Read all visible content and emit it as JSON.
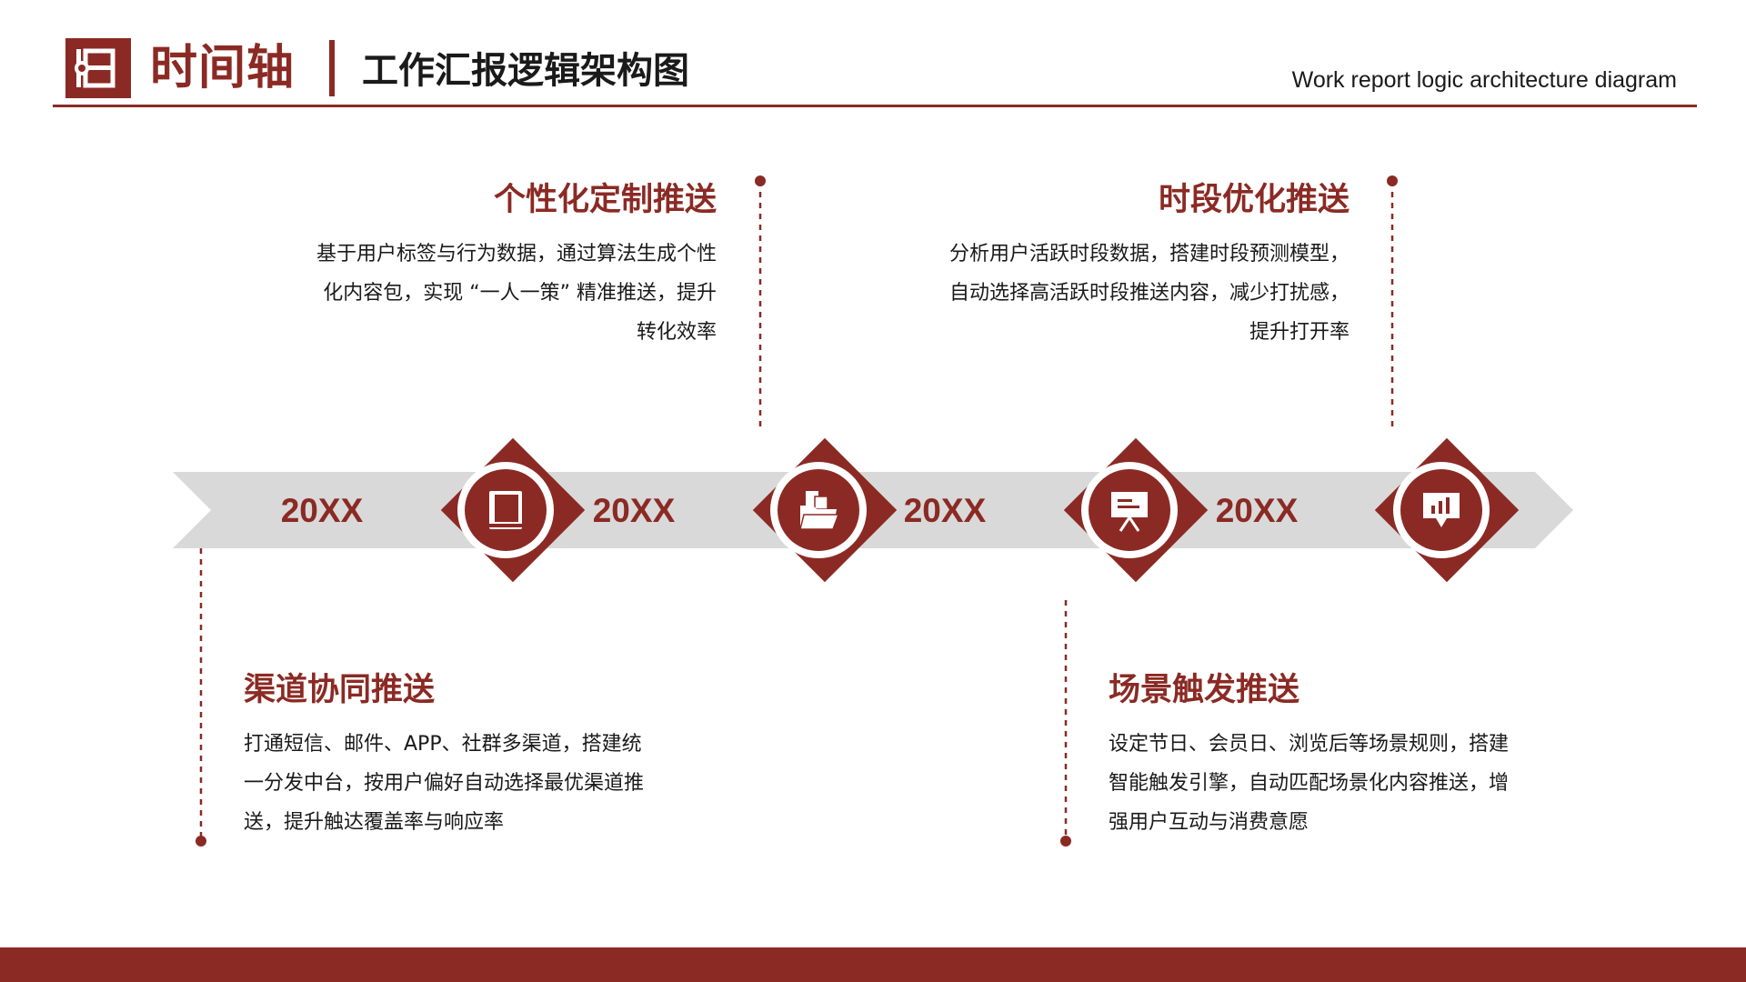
{
  "header": {
    "title": "时间轴",
    "subtitle": "工作汇报逻辑架构图",
    "english_subtitle": "Work report logic architecture diagram"
  },
  "timeline": {
    "years": [
      "20XX",
      "20XX",
      "20XX",
      "20XX"
    ],
    "nodes": [
      {
        "icon": "book-icon"
      },
      {
        "icon": "folder-documents-icon"
      },
      {
        "icon": "presentation-board-icon"
      },
      {
        "icon": "chart-board-icon"
      }
    ]
  },
  "items": [
    {
      "heading": "个性化定制推送",
      "lines": [
        "基于用户标签与行为数据，通过算法生成个性",
        "化内容包，实现 “一人一策” 精准推送，提升",
        "转化效率"
      ]
    },
    {
      "heading": "时段优化推送",
      "lines": [
        "分析用户活跃时段数据，搭建时段预测模型，",
        "自动选择高活跃时段推送内容，减少打扰感，",
        "提升打开率"
      ]
    },
    {
      "heading": "渠道协同推送",
      "lines": [
        "打通短信、邮件、APP、社群多渠道，搭建统",
        "一分发中台，按用户偏好自动选择最优渠道推",
        "送，提升触达覆盖率与响应率"
      ]
    },
    {
      "heading": "场景触发推送",
      "lines": [
        "设定节日、会员日、浏览后等场景规则，搭建",
        "智能触发引擎，自动匹配场景化内容推送，增",
        "强用户互动与消费意愿"
      ]
    }
  ],
  "colors": {
    "accent": "#8b2a24",
    "arrow": "#d9d9d9",
    "text": "#1a1a1a"
  }
}
